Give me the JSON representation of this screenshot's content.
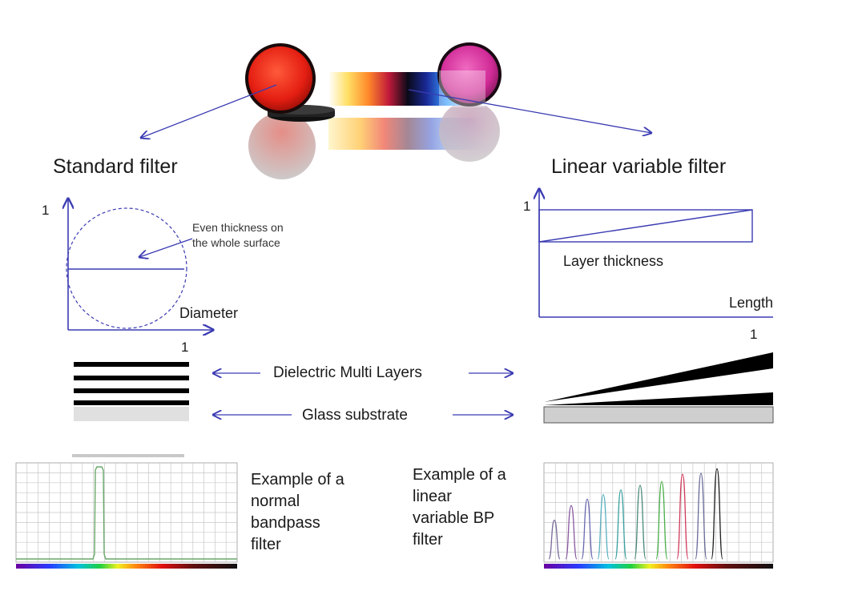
{
  "titles": {
    "standard": "Standard filter",
    "linear": "Linear variable filter"
  },
  "standard_plot": {
    "y_tick": "1",
    "x_tick": "1",
    "x_label": "Diameter",
    "annotation_line1": "Even thickness on",
    "annotation_line2": "the whole surface"
  },
  "linear_plot": {
    "y_tick": "1",
    "x_tick": "1",
    "x_label": "Length",
    "inner_label": "Layer thickness"
  },
  "layers": {
    "dielectric": "Dielectric Multi Layers",
    "glass": "Glass substrate"
  },
  "examples": {
    "normal": [
      "Example of a",
      "normal",
      "bandpass",
      "filter"
    ],
    "linear": [
      "Example of a",
      "linear",
      "variable BP",
      "filter"
    ]
  },
  "colors": {
    "arrow": "#3b3bb3",
    "filter_red": "#ee2a1a",
    "filter_magenta": "#d42a9c"
  }
}
